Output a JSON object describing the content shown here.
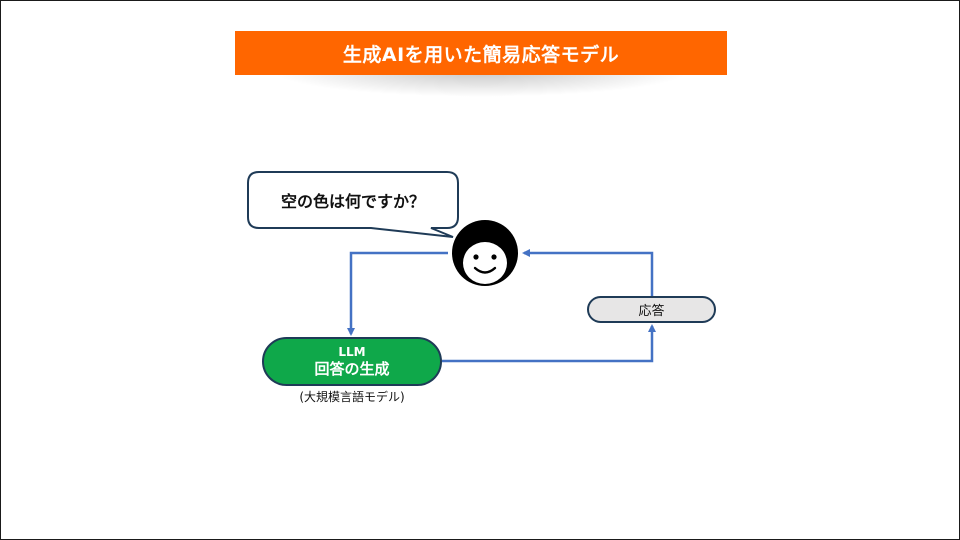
{
  "title": "生成AIを用いた簡易応答モデル",
  "colors": {
    "title_bg": "#ff6600",
    "title_text": "#ffffff",
    "arrow": "#4472c4",
    "llm_fill": "#0fa84a",
    "llm_stroke": "#1f3b57",
    "response_fill": "#e7e6e6",
    "bubble_stroke": "#1f3b57"
  },
  "speech_bubble": {
    "text": "空の色は何ですか？"
  },
  "user_icon": "smiling-face-icon",
  "llm_box": {
    "label_small": "LLM",
    "label_main": "回答の生成",
    "caption": "(大規模言語モデル)"
  },
  "response_box": {
    "label": "応答"
  }
}
